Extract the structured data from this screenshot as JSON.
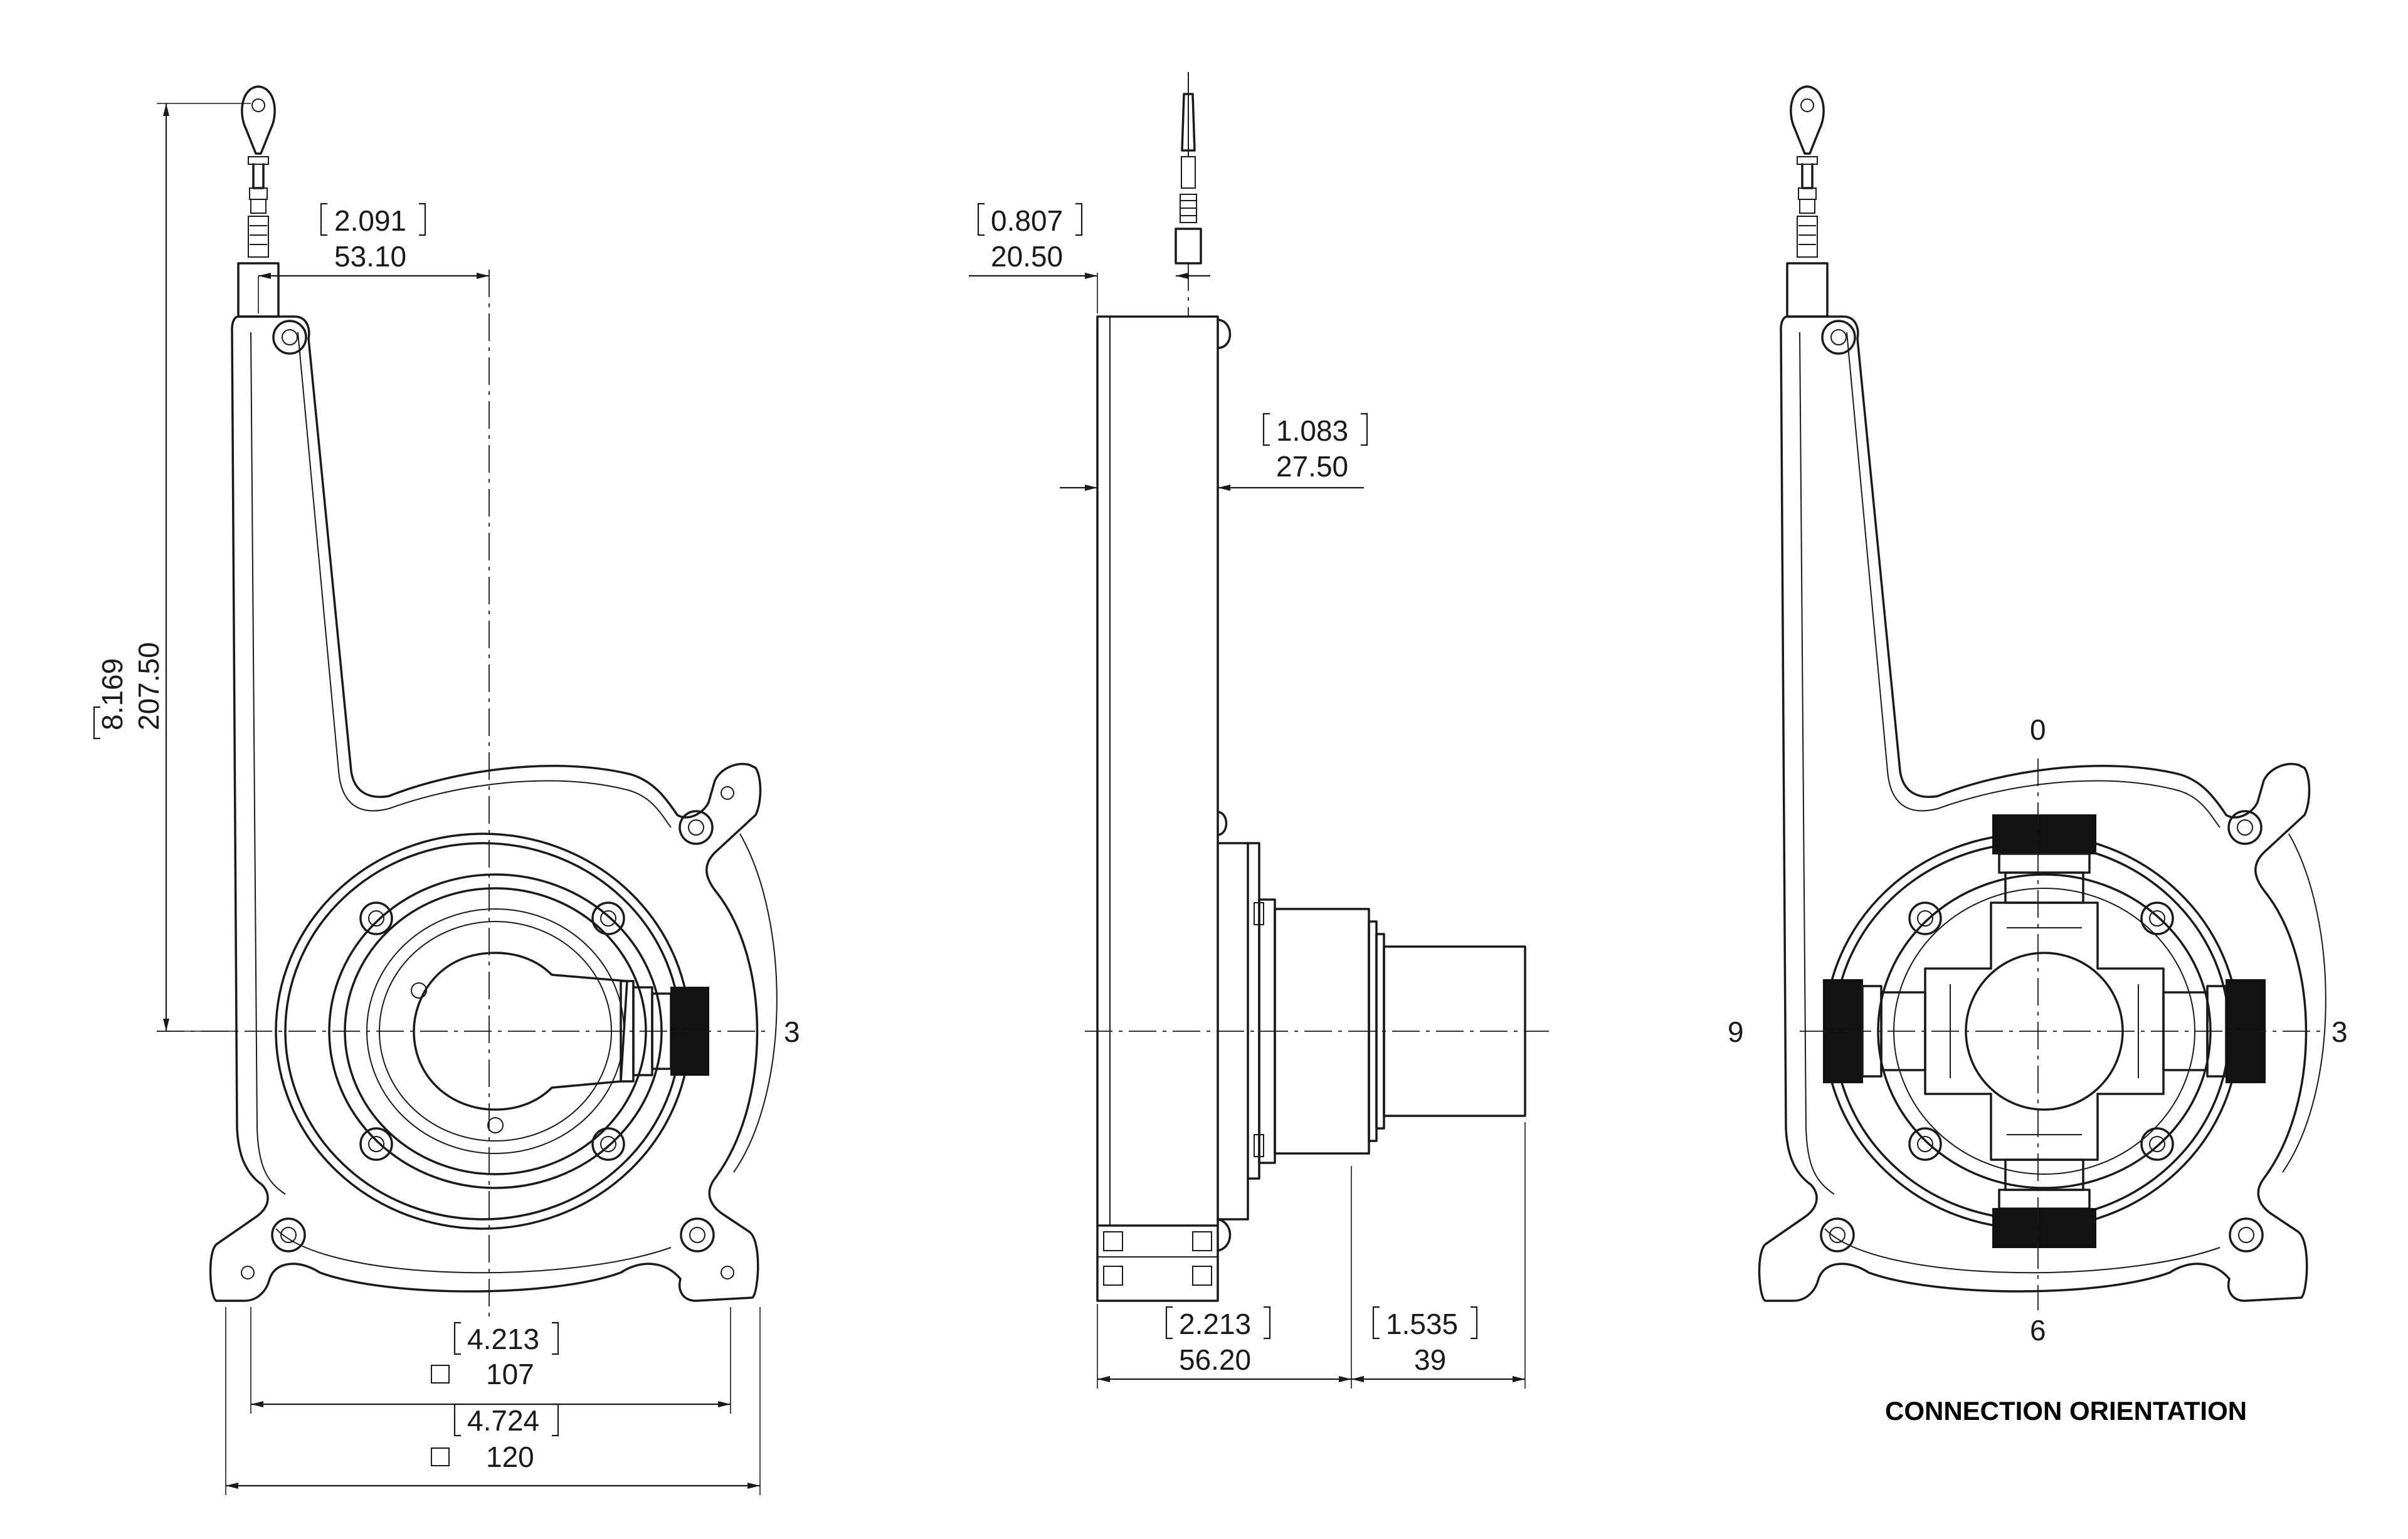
{
  "views": {
    "front": {
      "dim_offset_in": "2.091",
      "dim_offset_mm": "53.10",
      "dim_height_in": "8.169",
      "dim_height_mm": "207.50",
      "dim_bolt_in": "4.213",
      "dim_bolt_mm": "107",
      "dim_width_in": "4.724",
      "dim_width_mm": "120",
      "clock_3": "3"
    },
    "side": {
      "dim_cable_in": "0.807",
      "dim_cable_mm": "20.50",
      "dim_body_in": "1.083",
      "dim_body_mm": "27.50",
      "dim_depth_in": "2.213",
      "dim_depth_mm": "56.20",
      "dim_conn_in": "1.535",
      "dim_conn_mm": "39"
    },
    "orientation": {
      "label_0": "0",
      "label_3": "3",
      "label_6": "6",
      "label_9": "9",
      "caption": "CONNECTION ORIENTATION"
    }
  }
}
